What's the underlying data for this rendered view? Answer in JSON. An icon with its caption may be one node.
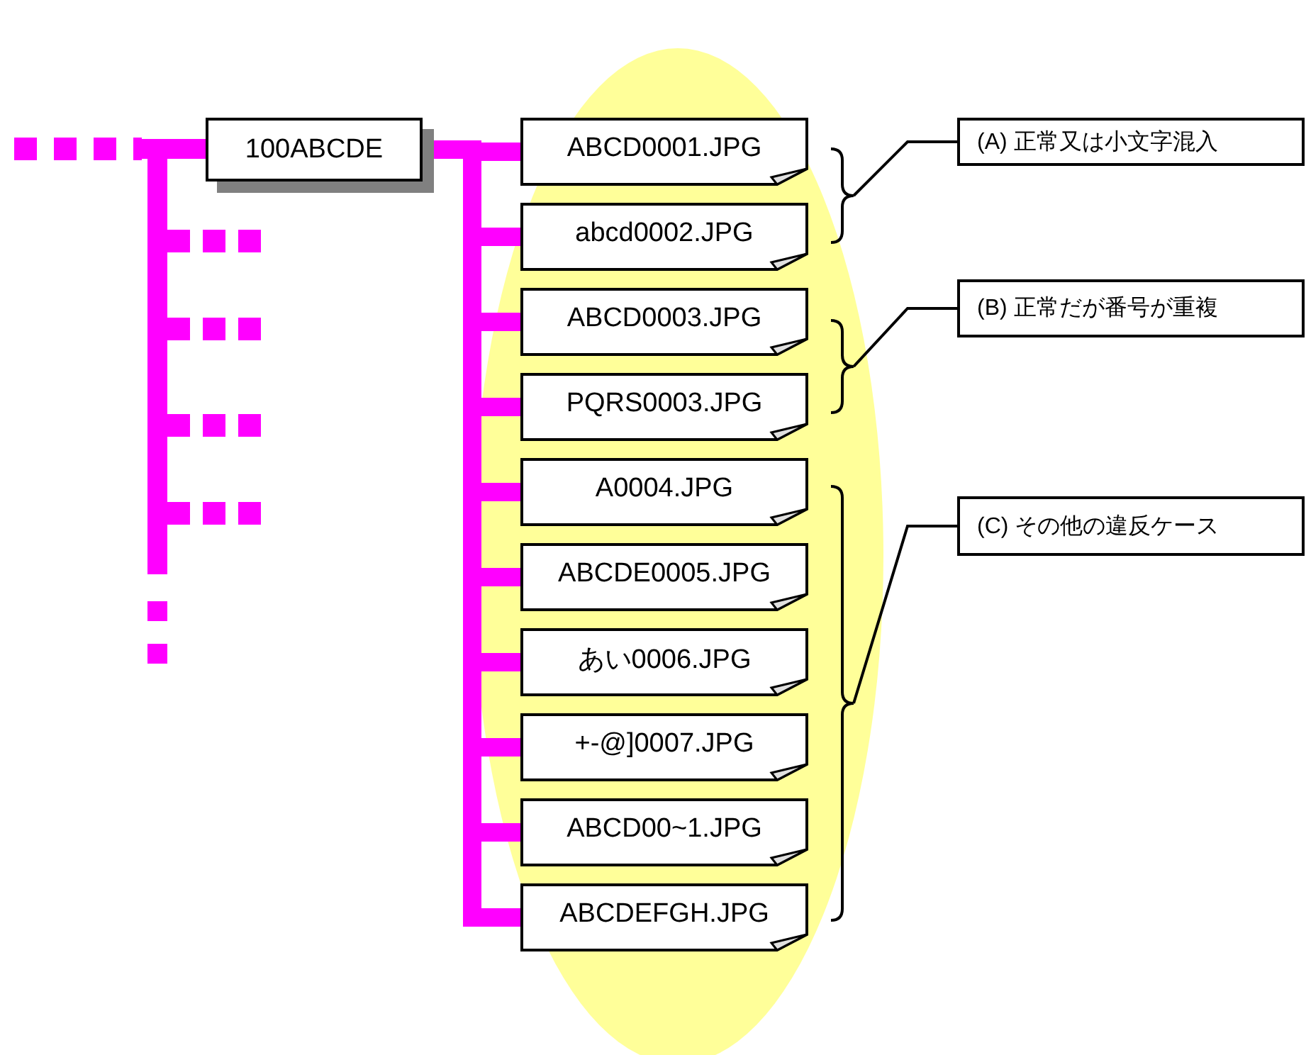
{
  "diagram": {
    "nodes": [
      {
        "text": [
          "100ABCDE"
        ]
      },
      {
        "text": [
          "ABCD0001.JPG"
        ]
      },
      {
        "text": [
          "abcd0002.JPG"
        ]
      },
      {
        "text": [
          "ABCD0003.JPG"
        ]
      },
      {
        "text": [
          "PQRS0003.JPG"
        ]
      },
      {
        "text": [
          "A0004.JPG"
        ]
      },
      {
        "text": [
          "ABCDE0005.JPG"
        ]
      },
      {
        "text": [
          "あい0006.JPG"
        ]
      },
      {
        "text": [
          "+-@]0007.JPG"
        ]
      },
      {
        "text": [
          "ABCD00~1.JPG"
        ]
      },
      {
        "text": [
          "ABCDEFGH.JPG"
        ]
      },
      {
        "text": [
          "(A) 正常又は小文字混入"
        ]
      },
      {
        "text": [
          "(B) 正常だが番号が重複"
        ]
      },
      {
        "text": [
          "(C) その他の違反ケース"
        ]
      },
      {
        "text": [],
        "shape": "brace"
      },
      {
        "text": [],
        "shape": "brace"
      },
      {
        "text": [],
        "shape": "brace"
      }
    ],
    "edges": [
      {
        "from": 0,
        "to": 1,
        "arrow": "none"
      },
      {
        "from": 0,
        "to": 2,
        "arrow": "none"
      },
      {
        "from": 0,
        "to": 3,
        "arrow": "none"
      },
      {
        "from": 0,
        "to": 4,
        "arrow": "none"
      },
      {
        "from": 0,
        "to": 5,
        "arrow": "none"
      },
      {
        "from": 0,
        "to": 6,
        "arrow": "none"
      },
      {
        "from": 0,
        "to": 7,
        "arrow": "none"
      },
      {
        "from": 0,
        "to": 8,
        "arrow": "none"
      },
      {
        "from": 0,
        "to": 9,
        "arrow": "none"
      },
      {
        "from": 0,
        "to": 10,
        "arrow": "none"
      },
      {
        "from": 11,
        "to": 14,
        "arrow": "none",
        "color": "#000000"
      },
      {
        "from": 12,
        "to": 15,
        "arrow": "none",
        "color": "#000000"
      },
      {
        "from": 13,
        "to": 16,
        "arrow": "none",
        "color": "#000000"
      }
    ]
  }
}
